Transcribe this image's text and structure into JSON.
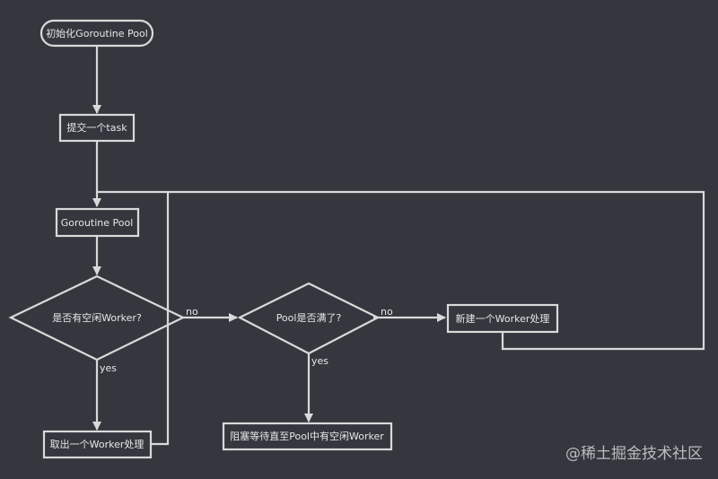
{
  "diagram": {
    "nodes": {
      "start": "初始化Goroutine Pool",
      "submit": "提交一个task",
      "pool": "Goroutine Pool",
      "has_idle": "是否有空闲Worker?",
      "take_worker": "取出一个Worker处理",
      "pool_full": "Pool是否满了?",
      "new_worker": "新建一个Worker处理",
      "block_wait": "阻塞等待直至Pool中有空闲Worker"
    },
    "edge_labels": {
      "idle_no": "no",
      "idle_yes": "yes",
      "full_no": "no",
      "full_yes": "yes"
    }
  },
  "watermark": "@稀土掘金技术社区",
  "colors": {
    "background": "#34383e",
    "stroke": "#d9d9d9",
    "text": "#e6e6e6"
  }
}
